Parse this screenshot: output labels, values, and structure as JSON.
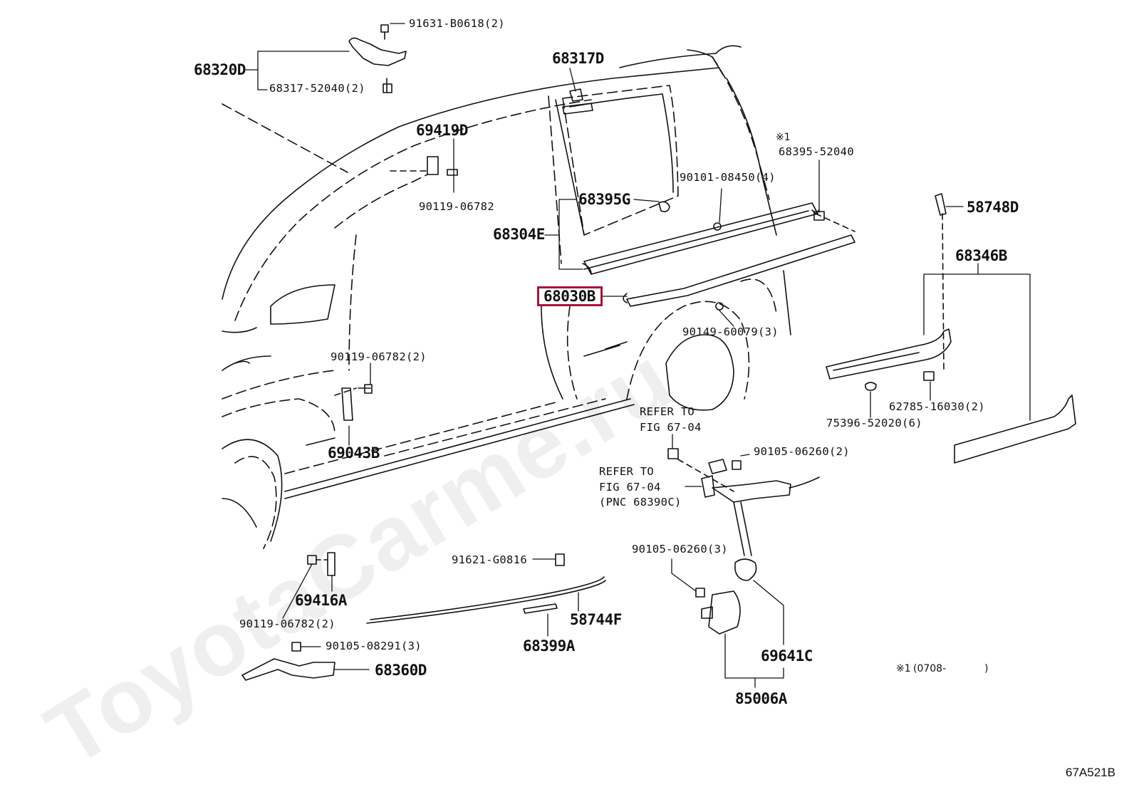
{
  "diagram": {
    "watermark": "ToyotaCarme.ru",
    "figure_code": "67A521B",
    "highlighted_part": "68030B",
    "footnote": {
      "mark": "※1",
      "text": "(0708-",
      "close": ")"
    },
    "callouts": {
      "p68320D": "68320D",
      "p91631": "91631-B0618(2)",
      "p68317_52040": "68317-52040(2)",
      "p68317D": "68317D",
      "p69419D": "69419D",
      "p90119_a": "90119-06782",
      "p68395G": "68395G",
      "p68304E": "68304E",
      "p68030B": "68030B",
      "p90101": "90101-08450(4)",
      "mark1": "※1",
      "p68395_52040": "68395-52040",
      "p58748D": "58748D",
      "p68346B": "68346B",
      "p90149": "90149-60079(3)",
      "p90119_b": "90119-06782(2)",
      "p69043B": "69043B",
      "p62785": "62785-16030(2)",
      "p75396": "75396-52020(6)",
      "refer1_l1": "REFER TO",
      "refer1_l2": "FIG 67-04",
      "p90105_06260_2": "90105-06260(2)",
      "refer2_l1": "REFER TO",
      "refer2_l2": "FIG 67-04",
      "refer2_l3": "(PNC 68390C)",
      "p91621": "91621-G0816",
      "p90105_06260_3": "90105-06260(3)",
      "p69416A": "69416A",
      "p58744F": "58744F",
      "p90119_c": "90119-06782(2)",
      "p90105_08291": "90105-08291(3)",
      "p68399A": "68399A",
      "p69641C": "69641C",
      "p68360D": "68360D",
      "p85006A": "85006A"
    }
  }
}
